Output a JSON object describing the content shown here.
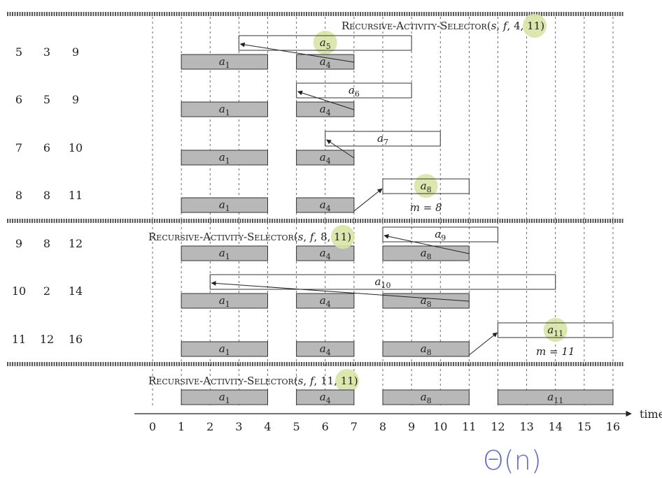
{
  "colors": {
    "ink": "#222222",
    "grey_bar": "#b8b8b8",
    "highlight": "#d7e4a6",
    "annotation": "#6670c8",
    "divider": "#555555"
  },
  "axis": {
    "ticks": [
      "0",
      "1",
      "2",
      "3",
      "4",
      "5",
      "6",
      "7",
      "8",
      "9",
      "10",
      "11",
      "12",
      "13",
      "14",
      "15",
      "16"
    ],
    "label": "time"
  },
  "rows": [
    {
      "k": "5",
      "s": "3",
      "f": "9",
      "candidate": {
        "name": "a",
        "sub": "5",
        "start": 3,
        "end": 9,
        "arrow": "back",
        "highlight": true
      },
      "selected": [
        {
          "sub": "1",
          "start": 1,
          "end": 4
        },
        {
          "sub": "4",
          "start": 5,
          "end": 7
        }
      ]
    },
    {
      "k": "6",
      "s": "5",
      "f": "9",
      "candidate": {
        "name": "a",
        "sub": "6",
        "start": 5,
        "end": 9,
        "arrow": "back",
        "highlight": false
      },
      "selected": [
        {
          "sub": "1",
          "start": 1,
          "end": 4
        },
        {
          "sub": "4",
          "start": 5,
          "end": 7
        }
      ]
    },
    {
      "k": "7",
      "s": "6",
      "f": "10",
      "candidate": {
        "name": "a",
        "sub": "7",
        "start": 6,
        "end": 10,
        "arrow": "back",
        "highlight": false
      },
      "selected": [
        {
          "sub": "1",
          "start": 1,
          "end": 4
        },
        {
          "sub": "4",
          "start": 5,
          "end": 7
        }
      ]
    },
    {
      "k": "8",
      "s": "8",
      "f": "11",
      "candidate": {
        "name": "a",
        "sub": "8",
        "start": 8,
        "end": 11,
        "arrow": "forward",
        "highlight": true
      },
      "selected": [
        {
          "sub": "1",
          "start": 1,
          "end": 4
        },
        {
          "sub": "4",
          "start": 5,
          "end": 7
        }
      ],
      "m_label": "m = 8"
    },
    {
      "k": "9",
      "s": "8",
      "f": "12",
      "candidate": {
        "name": "a",
        "sub": "9",
        "start": 8,
        "end": 12,
        "arrow": "back",
        "highlight": false
      },
      "selected": [
        {
          "sub": "1",
          "start": 1,
          "end": 4
        },
        {
          "sub": "4",
          "start": 5,
          "end": 7
        },
        {
          "sub": "8",
          "start": 8,
          "end": 11
        }
      ]
    },
    {
      "k": "10",
      "s": "2",
      "f": "14",
      "candidate": {
        "name": "a",
        "sub": "10",
        "start": 2,
        "end": 14,
        "arrow": "back",
        "highlight": false
      },
      "selected": [
        {
          "sub": "1",
          "start": 1,
          "end": 4
        },
        {
          "sub": "4",
          "start": 5,
          "end": 7
        },
        {
          "sub": "8",
          "start": 8,
          "end": 11
        }
      ]
    },
    {
      "k": "11",
      "s": "12",
      "f": "16",
      "candidate": {
        "name": "a",
        "sub": "11",
        "start": 12,
        "end": 16,
        "arrow": "forward",
        "highlight": true
      },
      "selected": [
        {
          "sub": "1",
          "start": 1,
          "end": 4
        },
        {
          "sub": "4",
          "start": 5,
          "end": 7
        },
        {
          "sub": "8",
          "start": 8,
          "end": 11
        }
      ],
      "m_label": "m = 11"
    }
  ],
  "final_row": [
    {
      "sub": "1",
      "start": 1,
      "end": 4
    },
    {
      "sub": "4",
      "start": 5,
      "end": 7
    },
    {
      "sub": "8",
      "start": 8,
      "end": 11
    },
    {
      "sub": "11",
      "start": 12,
      "end": 16
    }
  ],
  "calls": [
    {
      "prefix": "R",
      "smallcaps1": "ECURSIVE",
      "dash1": "-A",
      "smallcaps2": "CTIVITY",
      "dash2": "-S",
      "smallcaps3": "ELECTOR",
      "args_plain": "(",
      "s": "s",
      "comma1": ", ",
      "f": "f",
      "comma2": ",",
      "hl": " 4,",
      "tail": " 11)"
    },
    {
      "prefix": "R",
      "smallcaps1": "ECURSIVE",
      "dash1": "-A",
      "smallcaps2": "CTIVITY",
      "dash2": "-S",
      "smallcaps3": "ELECTOR",
      "args_plain": "(",
      "s": "s",
      "comma1": ", ",
      "f": "f",
      "comma2": ",",
      "hl": " 8,",
      "tail": " 11)"
    },
    {
      "prefix": "R",
      "smallcaps1": "ECURSIVE",
      "dash1": "-A",
      "smallcaps2": "CTIVITY",
      "dash2": "-S",
      "smallcaps3": "ELECTOR",
      "args_plain": "(",
      "s": "s",
      "comma1": ", ",
      "f": "f",
      "comma2": ",",
      "hl": " 11,",
      "tail": " 11)"
    }
  ],
  "handwritten_note": "Θ(n)"
}
